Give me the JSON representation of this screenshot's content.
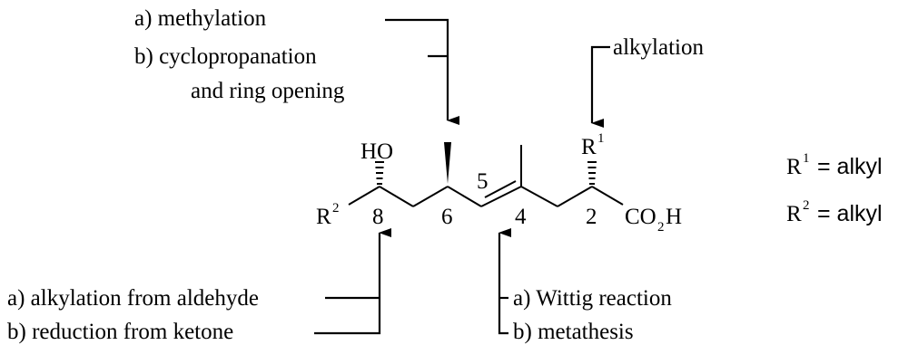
{
  "annotations": {
    "top_left": {
      "line_a": "a) methylation",
      "line_b": "b) cyclopropanation",
      "line_c": "and ring opening"
    },
    "top_right": {
      "line_a": "alkylation"
    },
    "bottom_left": {
      "line_a": "a) alkylation from aldehyde",
      "line_b": "b) reduction from ketone"
    },
    "bottom_right": {
      "line_a": "a) Wittig reaction",
      "line_b": "b) metathesis"
    }
  },
  "molecule": {
    "ho": "HO",
    "r2": "R",
    "r2_sup": "2",
    "r1": "R",
    "r1_sup": "1",
    "co2h_a": "CO",
    "co2h_sub": "2",
    "co2h_b": "H",
    "locants": {
      "c8": "8",
      "c6": "6",
      "c5": "5",
      "c4": "4",
      "c2": "2"
    }
  },
  "definitions": {
    "r1": {
      "sym": "R",
      "sup": "1",
      "text": "= alkyl"
    },
    "r2": {
      "sym": "R",
      "sup": "2",
      "text": "= alkyl"
    }
  }
}
